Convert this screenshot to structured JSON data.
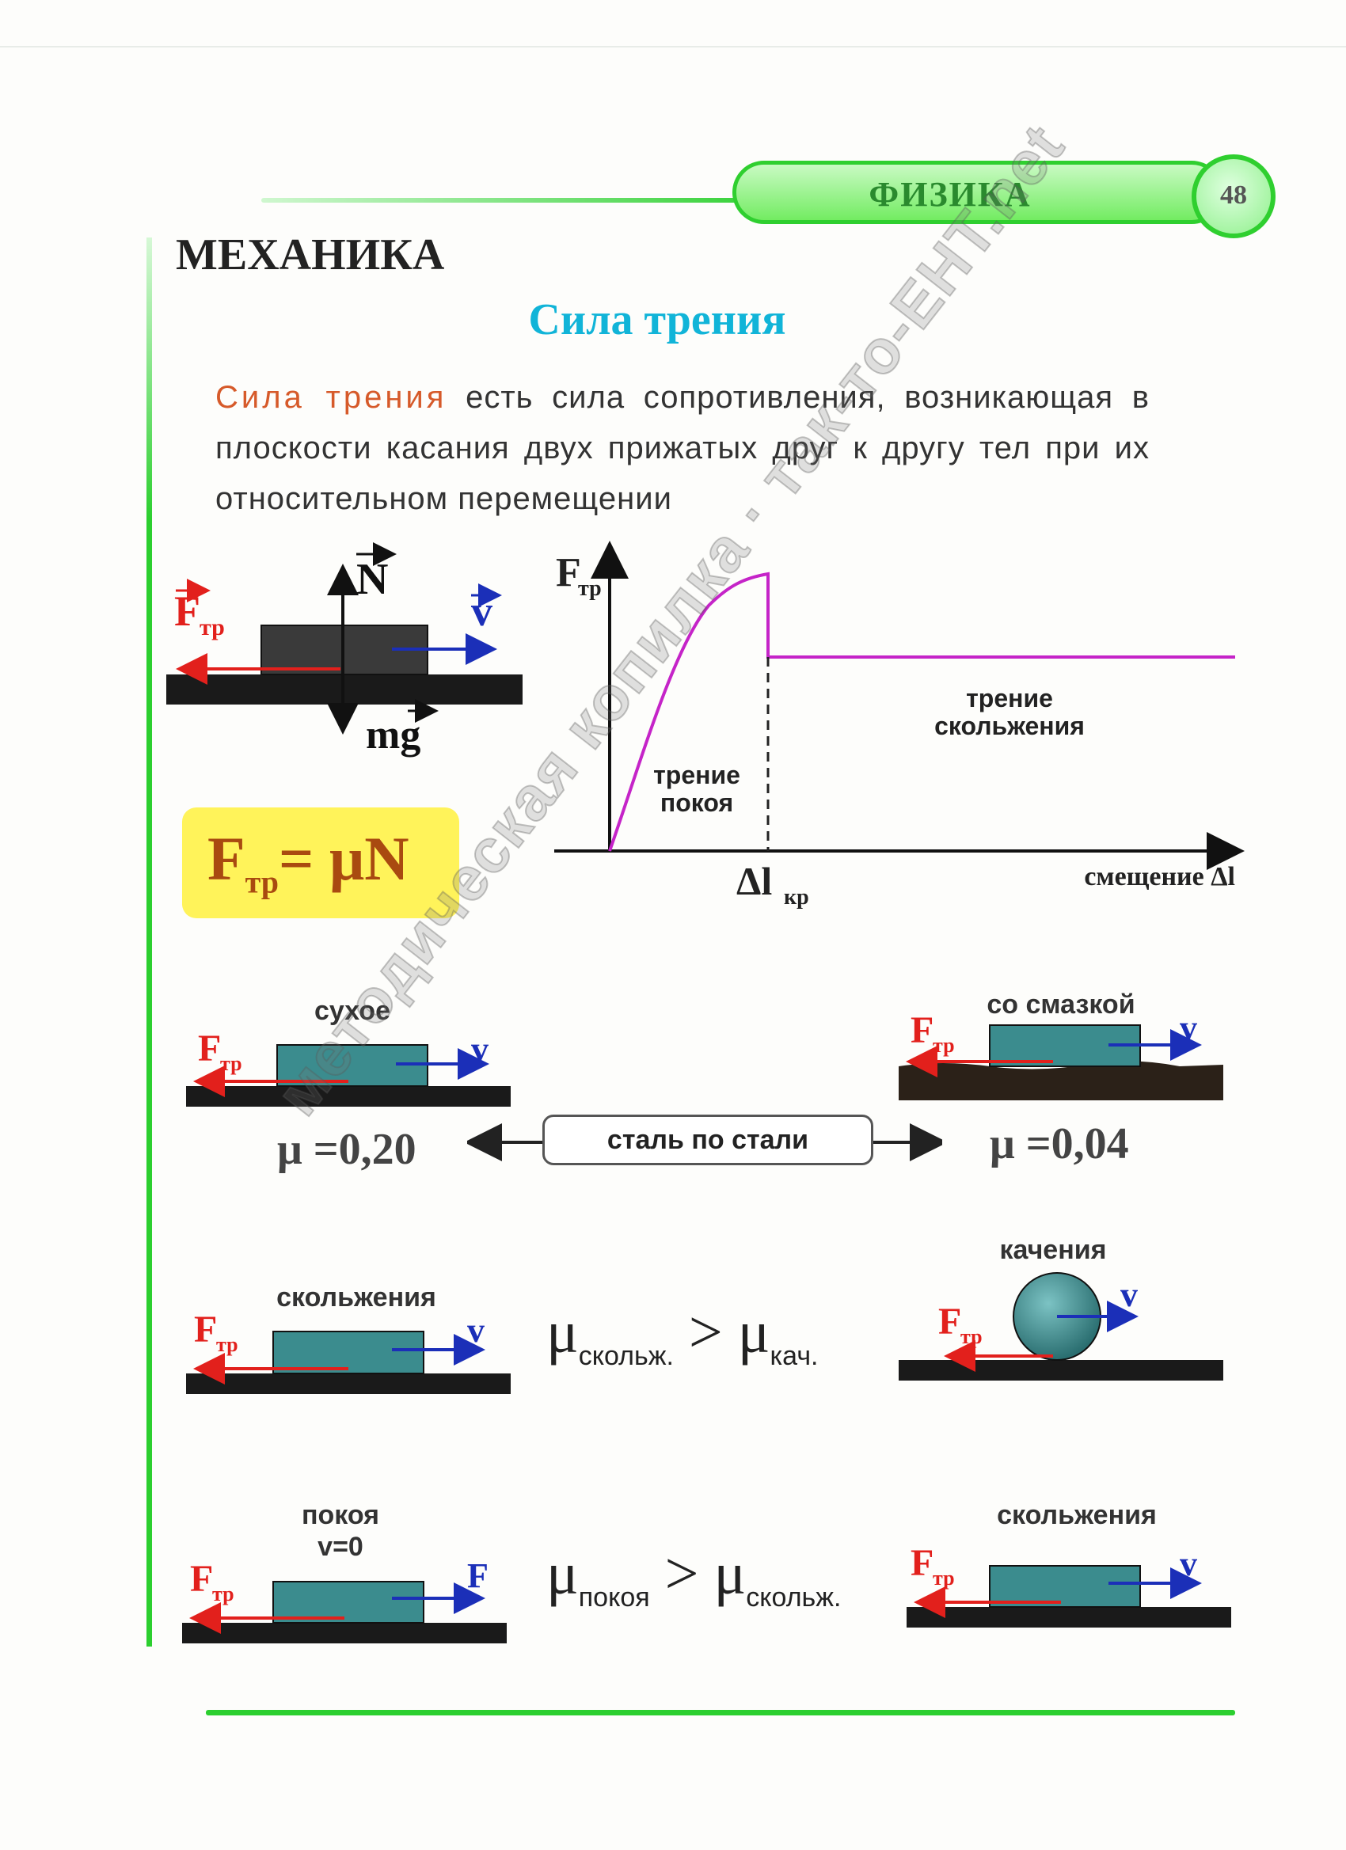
{
  "header": {
    "subject": "ФИЗИКА",
    "page_number": "48",
    "section": "МЕХАНИКА"
  },
  "title": "Сила трения",
  "definition": {
    "term": "Сила трения",
    "rest": " есть сила сопротивления, возникающая в плоскости касания двух прижатых друг к другу тел при их относительном перемещении"
  },
  "vector_labels": {
    "friction": "F",
    "friction_sub": "тр",
    "velocity": "v",
    "normal": "N",
    "weight": "mg",
    "force": "F"
  },
  "formula": {
    "lhs": "F",
    "lhs_sub": "тр",
    "rhs": "= μN"
  },
  "graph": {
    "y_label": "F",
    "y_label_sub": "тр",
    "x_label": "смещение Δl",
    "critical_label": "Δl",
    "critical_sub": "кр",
    "static_label": [
      "трение",
      "покоя"
    ],
    "sliding_label": [
      "трение",
      "скольжения"
    ]
  },
  "rows": {
    "dry": {
      "label": "сухое",
      "mu": "μ =0,20"
    },
    "lubricated": {
      "label": "со смазкой",
      "mu": "μ =0,04"
    },
    "steel": "сталь по стали",
    "sliding": {
      "label": "скольжения"
    },
    "rolling": {
      "label": "качения"
    },
    "rel1": {
      "mu": "μ",
      "sub1": "скольж.",
      "sign": " > ",
      "sub2": "кач."
    },
    "rest": {
      "label1": "покоя",
      "label2": "v=0"
    },
    "sliding2": {
      "label": "скольжения"
    },
    "rel2": {
      "mu": "μ",
      "sub1": "покоя",
      "sign": " > ",
      "sub2": "скольж."
    }
  },
  "watermark": "методическая копилка · так-то-ЕНТ.net",
  "colors": {
    "green": "#2ccf2f",
    "title_cyan": "#11b4d8",
    "term_orange": "#d65a2a",
    "curve": "#c524c8",
    "arrow_red": "#e2201c",
    "arrow_blue": "#1b2fb8",
    "block_teal": "#3b8c8e",
    "formula_bg": "#fff35a"
  }
}
